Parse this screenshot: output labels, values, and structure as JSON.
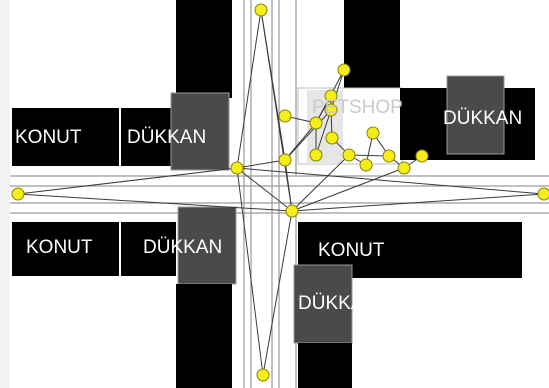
{
  "labels": {
    "konut_left_upper": "KONUT",
    "dukkan_left_upper": "DÜKKAN",
    "petshop": "PETSHOP",
    "dukkan_right_upper": "DÜKKAN",
    "konut_left_lower": "KONUT",
    "dukkan_left_lower": "DÜKKAN",
    "konut_right_lower": "KONUT",
    "dukkan_right_lower": "DÜKKAN"
  },
  "colors": {
    "building": "#000000",
    "building_alt": "#2e2e2e",
    "highlight_fill": "#4a4a4a",
    "node": "#f5ec1b",
    "node_stroke": "#8a8300",
    "road_line": "#9a9a9a",
    "edge": "#3a3a3a"
  }
}
